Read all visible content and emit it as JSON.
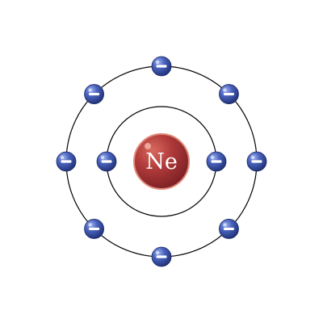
{
  "atom": {
    "symbol": "Ne",
    "shells": [
      {
        "electron_count": 2
      },
      {
        "electron_count": 8
      }
    ],
    "electron_sign": "−"
  },
  "colors": {
    "background": "#ffffff",
    "orbit": "#000000",
    "nucleus": "#b03a3a",
    "electron": "#3b52a8",
    "electron_sign": "#ffffff"
  }
}
